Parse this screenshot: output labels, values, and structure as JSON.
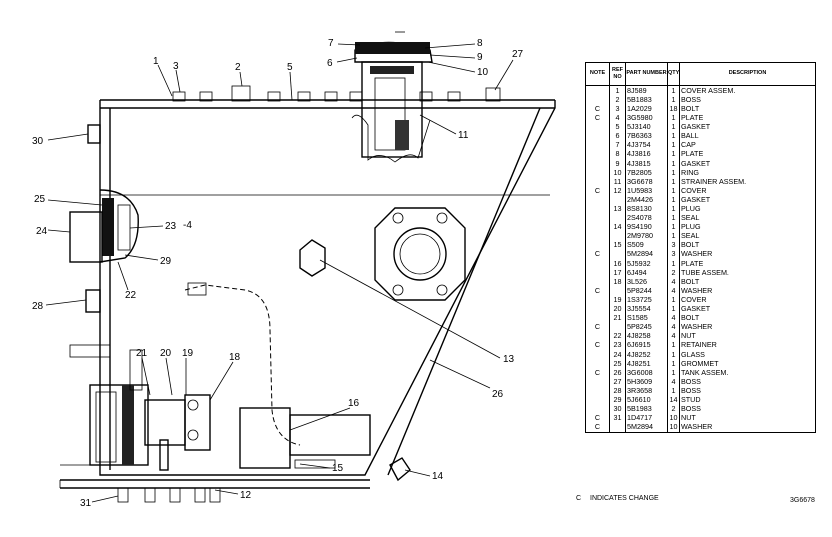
{
  "diagram": {
    "callouts": [
      "1",
      "2",
      "3",
      "5",
      "6",
      "7",
      "8",
      "9",
      "10",
      "11",
      "12",
      "13",
      "14",
      "15",
      "16",
      "18",
      "19",
      "20",
      "21",
      "22",
      "23",
      "24",
      "25",
      "26",
      "27",
      "28",
      "29",
      "30",
      "31"
    ],
    "side_note": "-4"
  },
  "table": {
    "headers": [
      "NOTE",
      "REF NO",
      "PART NUMBER",
      "QTY",
      "DESCRIPTION"
    ],
    "rows": [
      {
        "note": "",
        "ref": "1",
        "part": "8J589",
        "qty": "1",
        "desc": "COVER ASSEM."
      },
      {
        "note": "",
        "ref": "2",
        "part": "5B1883",
        "qty": "1",
        "desc": "BOSS"
      },
      {
        "note": "C",
        "ref": "3",
        "part": "1A2029",
        "qty": "18",
        "desc": "BOLT"
      },
      {
        "note": "C",
        "ref": "4",
        "part": "3G5980",
        "qty": "1",
        "desc": "PLATE"
      },
      {
        "note": "",
        "ref": "5",
        "part": "5J3140",
        "qty": "1",
        "desc": "GASKET"
      },
      {
        "note": "",
        "ref": "6",
        "part": "7B6363",
        "qty": "1",
        "desc": "BALL"
      },
      {
        "note": "",
        "ref": "7",
        "part": "4J3754",
        "qty": "1",
        "desc": "CAP"
      },
      {
        "note": "",
        "ref": "8",
        "part": "4J3816",
        "qty": "1",
        "desc": "PLATE"
      },
      {
        "note": "",
        "ref": "9",
        "part": "4J3815",
        "qty": "1",
        "desc": "GASKET"
      },
      {
        "note": "",
        "ref": "10",
        "part": "7B2805",
        "qty": "1",
        "desc": "RING"
      },
      {
        "note": "",
        "ref": "11",
        "part": "3G6678",
        "qty": "1",
        "desc": "STRAINER ASSEM."
      },
      {
        "note": "C",
        "ref": "12",
        "part": "1U5983",
        "qty": "1",
        "desc": "COVER"
      },
      {
        "note": "",
        "ref": "",
        "part": "2M4426",
        "qty": "1",
        "desc": "GASKET"
      },
      {
        "note": "",
        "ref": "13",
        "part": "8S8130",
        "qty": "1",
        "desc": "PLUG"
      },
      {
        "note": "",
        "ref": "",
        "part": "2S4078",
        "qty": "1",
        "desc": "SEAL"
      },
      {
        "note": "",
        "ref": "14",
        "part": "9S4190",
        "qty": "1",
        "desc": "PLUG"
      },
      {
        "note": "",
        "ref": "",
        "part": "2M9780",
        "qty": "1",
        "desc": "SEAL"
      },
      {
        "note": "",
        "ref": "15",
        "part": "S509",
        "qty": "3",
        "desc": "BOLT"
      },
      {
        "note": "C",
        "ref": "",
        "part": "5M2894",
        "qty": "3",
        "desc": "WASHER"
      },
      {
        "note": "",
        "ref": "16",
        "part": "5J5932",
        "qty": "1",
        "desc": "PLATE"
      },
      {
        "note": "",
        "ref": "17",
        "part": "6J494",
        "qty": "2",
        "desc": "TUBE ASSEM."
      },
      {
        "note": "",
        "ref": "18",
        "part": "3L526",
        "qty": "4",
        "desc": "BOLT"
      },
      {
        "note": "C",
        "ref": "",
        "part": "5P8244",
        "qty": "4",
        "desc": "WASHER"
      },
      {
        "note": "",
        "ref": "19",
        "part": "1S3725",
        "qty": "1",
        "desc": "COVER"
      },
      {
        "note": "",
        "ref": "20",
        "part": "3J5554",
        "qty": "1",
        "desc": "GASKET"
      },
      {
        "note": "",
        "ref": "21",
        "part": "S1585",
        "qty": "4",
        "desc": "BOLT"
      },
      {
        "note": "C",
        "ref": "",
        "part": "5P8245",
        "qty": "4",
        "desc": "WASHER"
      },
      {
        "note": "",
        "ref": "22",
        "part": "4J8258",
        "qty": "4",
        "desc": "NUT"
      },
      {
        "note": "C",
        "ref": "23",
        "part": "6J6915",
        "qty": "1",
        "desc": "RETAINER"
      },
      {
        "note": "",
        "ref": "24",
        "part": "4J8252",
        "qty": "1",
        "desc": "GLASS"
      },
      {
        "note": "",
        "ref": "25",
        "part": "4J8251",
        "qty": "1",
        "desc": "GROMMET"
      },
      {
        "note": "C",
        "ref": "26",
        "part": "3G6008",
        "qty": "1",
        "desc": "TANK ASSEM."
      },
      {
        "note": "",
        "ref": "27",
        "part": "5H3609",
        "qty": "4",
        "desc": "BOSS"
      },
      {
        "note": "",
        "ref": "28",
        "part": "3R3658",
        "qty": "1",
        "desc": "BOSS"
      },
      {
        "note": "",
        "ref": "29",
        "part": "5J6610",
        "qty": "14",
        "desc": "STUD"
      },
      {
        "note": "",
        "ref": "30",
        "part": "5B1983",
        "qty": "2",
        "desc": "BOSS"
      },
      {
        "note": "C",
        "ref": "31",
        "part": "1D4717",
        "qty": "10",
        "desc": "NUT"
      },
      {
        "note": "C",
        "ref": "",
        "part": "5M2894",
        "qty": "10",
        "desc": "WASHER"
      }
    ]
  },
  "legend": {
    "mark": "C",
    "text": "INDICATES CHANGE"
  },
  "drawing_code": "3G6678"
}
